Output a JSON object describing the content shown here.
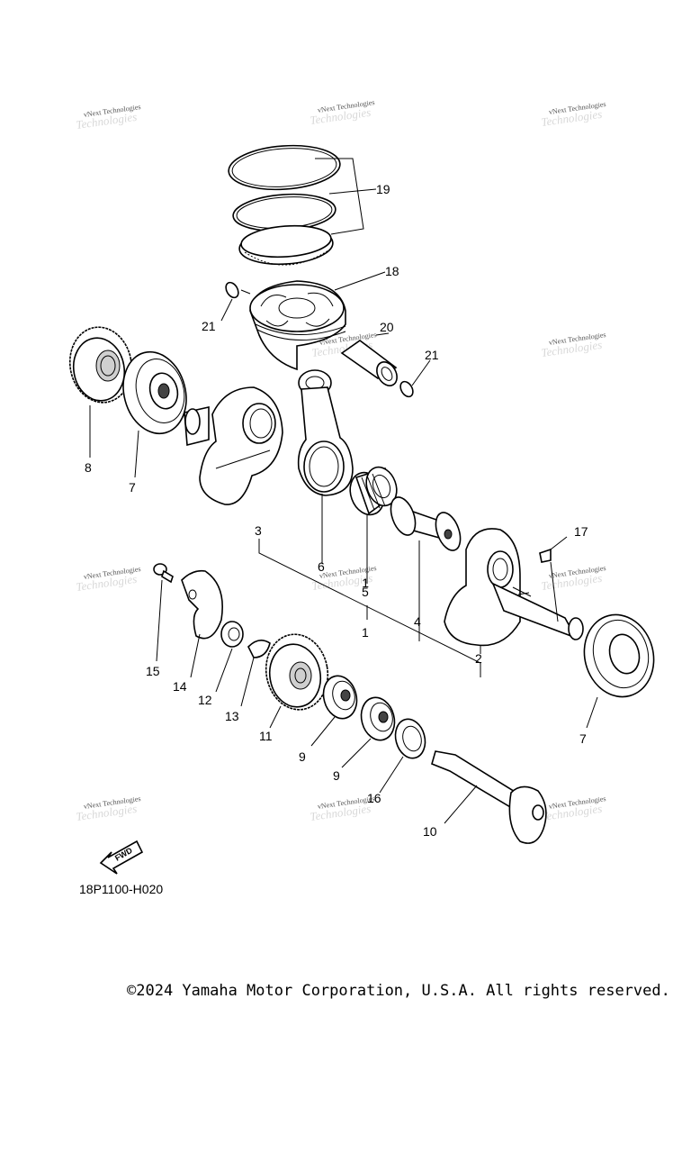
{
  "diagram": {
    "part_labels": {
      "p1": "1",
      "p2": "2",
      "p3": "3",
      "p4": "4",
      "p5": "5",
      "p6": "6",
      "p7a": "7",
      "p7b": "7",
      "p8": "8",
      "p9a": "9",
      "p9b": "9",
      "p10": "10",
      "p11": "11",
      "p12": "12",
      "p13": "13",
      "p14": "14",
      "p15": "15",
      "p16": "16",
      "p17": "17",
      "p18": "18",
      "p19": "19",
      "p20": "20",
      "p21a": "21",
      "p21b": "21"
    },
    "watermark_text": "vNext Technologies",
    "fwd_arrow_label": "FWD",
    "diagram_code": "18P1100-H020"
  },
  "footer": {
    "copyright": "©2024 Yamaha Motor Corporation, U.S.A. All rights reserved."
  }
}
